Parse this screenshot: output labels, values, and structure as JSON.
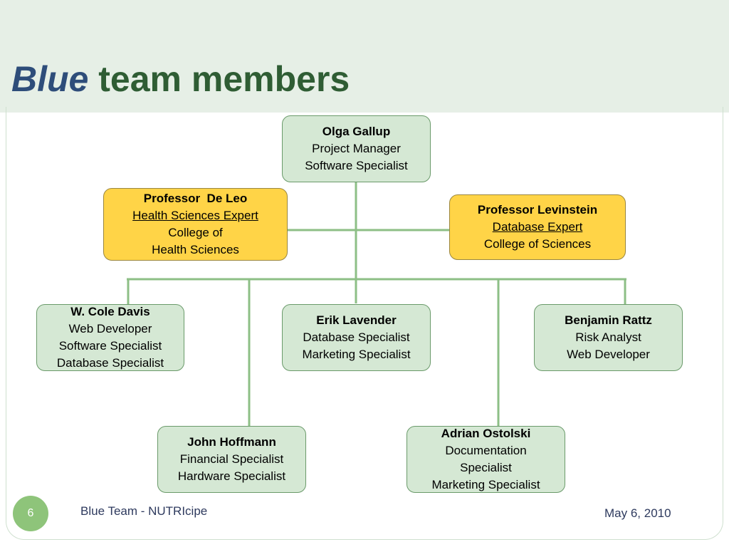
{
  "slide": {
    "title_emphasis": "Blue",
    "title_rest": "team members",
    "page_number": "6",
    "footer_left": "Blue Team - NUTRIcipe",
    "footer_right": "May 6, 2010"
  },
  "org": {
    "manager": {
      "name": "Olga Gallup",
      "lines": [
        "Project Manager",
        "Software Specialist"
      ]
    },
    "advisor_left": {
      "name": "Professor  De Leo",
      "lines": [
        "Health Sciences Expert",
        "College of",
        "Health Sciences"
      ]
    },
    "advisor_right": {
      "name": "Professor Levinstein",
      "lines": [
        "Database Expert",
        "College of Sciences"
      ]
    },
    "members": [
      {
        "name": "W. Cole Davis",
        "lines": [
          "Web Developer",
          "Software Specialist",
          "Database Specialist"
        ]
      },
      {
        "name": "Erik Lavender",
        "lines": [
          "Database Specialist",
          "Marketing Specialist"
        ]
      },
      {
        "name": "Benjamin Rattz",
        "lines": [
          "Risk Analyst",
          "Web Developer"
        ]
      },
      {
        "name": "John Hoffmann",
        "lines": [
          "Financial Specialist",
          "Hardware Specialist"
        ]
      },
      {
        "name": "Adrian Ostolski",
        "lines": [
          "Documentation",
          "Specialist",
          "Marketing Specialist"
        ]
      }
    ]
  },
  "colors": {
    "title_blue": "#2e4d7a",
    "title_green": "#2f5d34",
    "node_green": "#d5e8d4",
    "node_gold": "#ffd447",
    "connector": "#8dbf86",
    "badge": "#8ec47a"
  }
}
